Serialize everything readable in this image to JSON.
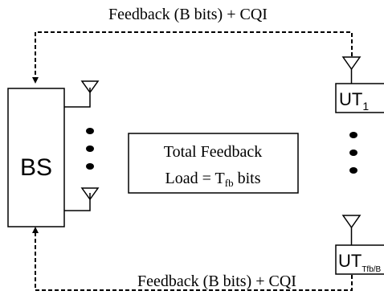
{
  "feedback_top": "Feedback (B bits) + CQI",
  "feedback_bottom": "Feedback (B bits) + CQI",
  "base_station": {
    "label": "BS"
  },
  "center_box": {
    "line1": "Total Feedback",
    "line2_prefix": "Load = T",
    "line2_sub": "fb",
    "line2_suffix": " bits"
  },
  "user_terminals": [
    {
      "label": "UT",
      "subscript": "1"
    },
    {
      "label": "UT",
      "subscript": "Tfb/B"
    }
  ]
}
